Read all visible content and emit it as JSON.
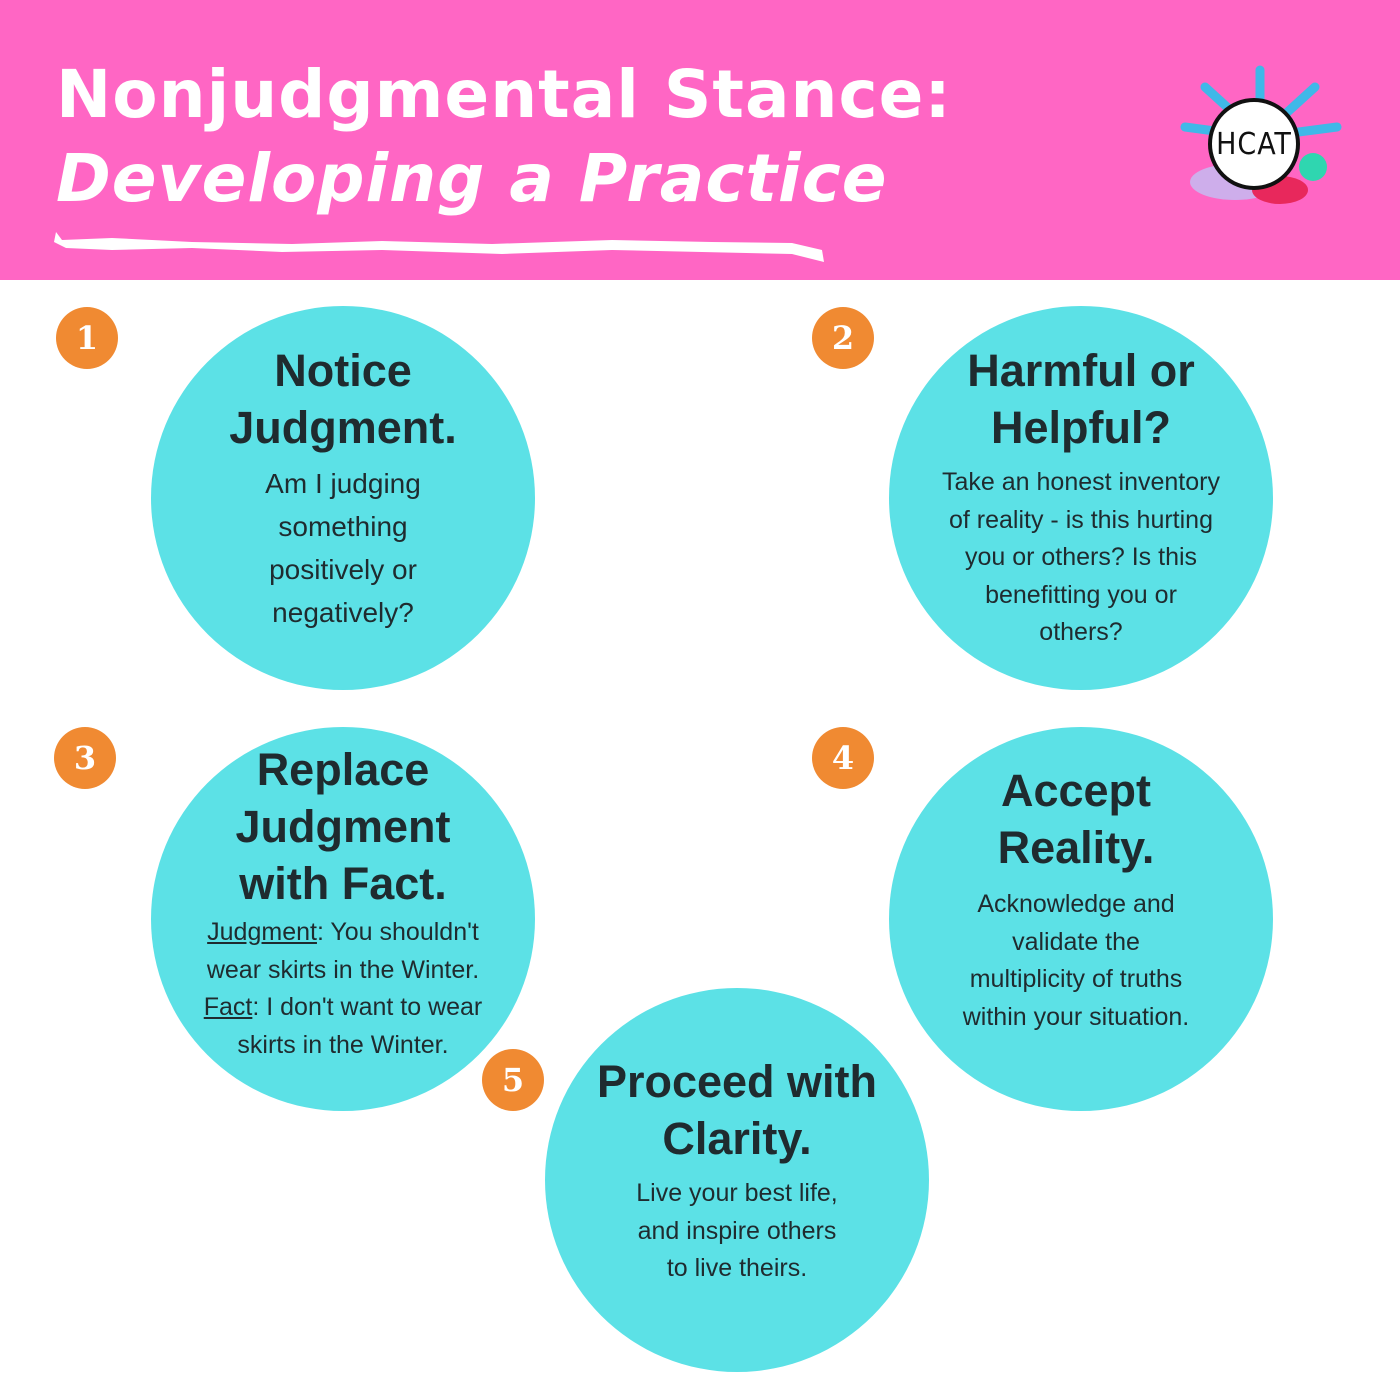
{
  "header": {
    "title_line1": "Nonjudgmental Stance:",
    "title_line2": "Developing a Practice",
    "logo_text": "HCAT"
  },
  "colors": {
    "header_bg": "#ff66c4",
    "circle": "#5ce1e6",
    "badge": "#f08a32",
    "text": "#1f2b2f"
  },
  "steps": [
    {
      "number": "1",
      "title1": "Notice",
      "title2": "Judgment.",
      "body": [
        "Am I judging",
        "something",
        "positively or",
        "negatively?"
      ]
    },
    {
      "number": "2",
      "title1": "Harmful or",
      "title2": "Helpful?",
      "body": [
        "Take an honest inventory",
        "of reality - is this hurting",
        "you or others? Is this",
        "benefitting you or",
        "others?"
      ]
    },
    {
      "number": "3",
      "title1": "Replace",
      "title2": "Judgment",
      "title3": "with Fact.",
      "judgment_label": "Judgment",
      "judgment_text": ": You shouldn't",
      "body2": "wear skirts in the Winter.",
      "fact_label": "Fact",
      "fact_text": ": I don't want to wear",
      "body4": "skirts in the Winter."
    },
    {
      "number": "4",
      "title1": "Accept",
      "title2": "Reality.",
      "body": [
        "Acknowledge and",
        "validate the",
        "multiplicity of truths",
        "within your situation."
      ]
    },
    {
      "number": "5",
      "title1": "Proceed with",
      "title2": "Clarity.",
      "body": [
        "Live your best life,",
        "and inspire others",
        "to live theirs."
      ]
    }
  ]
}
